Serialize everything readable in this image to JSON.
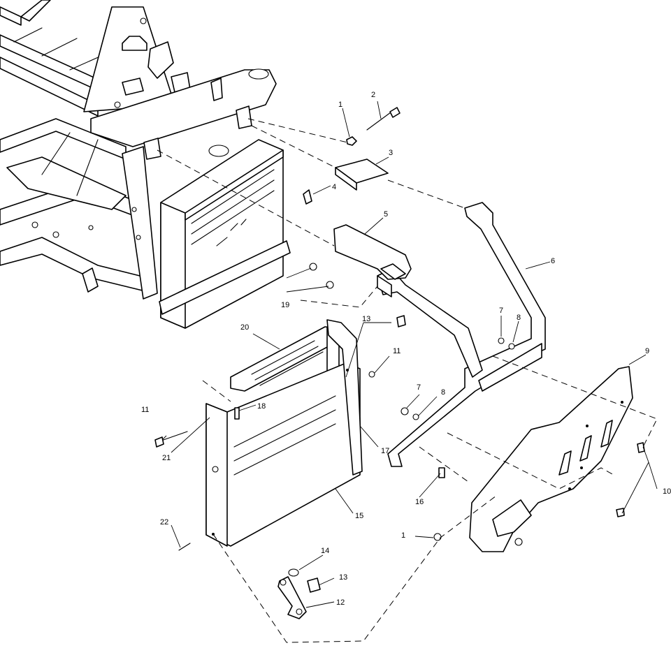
{
  "callouts": [
    {
      "id": "c1",
      "text": "1"
    },
    {
      "id": "c2",
      "text": "2"
    },
    {
      "id": "c3",
      "text": "3"
    },
    {
      "id": "c4",
      "text": "4"
    },
    {
      "id": "c5",
      "text": "5"
    },
    {
      "id": "c6",
      "text": "6"
    },
    {
      "id": "c7a",
      "text": "7"
    },
    {
      "id": "c8a",
      "text": "8"
    },
    {
      "id": "c9",
      "text": "9"
    },
    {
      "id": "c10",
      "text": "10"
    },
    {
      "id": "c11a",
      "text": "11"
    },
    {
      "id": "c11b",
      "text": "11"
    },
    {
      "id": "c12",
      "text": "12"
    },
    {
      "id": "c13a",
      "text": "13"
    },
    {
      "id": "c13b",
      "text": "13"
    },
    {
      "id": "c14",
      "text": "14"
    },
    {
      "id": "c15",
      "text": "15"
    },
    {
      "id": "c16",
      "text": "16"
    },
    {
      "id": "c17",
      "text": "17"
    },
    {
      "id": "c18",
      "text": "18"
    },
    {
      "id": "c19",
      "text": "19"
    },
    {
      "id": "c20",
      "text": "20"
    },
    {
      "id": "c21",
      "text": "21"
    },
    {
      "id": "c1b",
      "text": "1"
    },
    {
      "id": "c22",
      "text": "22"
    },
    {
      "id": "c7b",
      "text": "7"
    },
    {
      "id": "c8b",
      "text": "8"
    }
  ]
}
